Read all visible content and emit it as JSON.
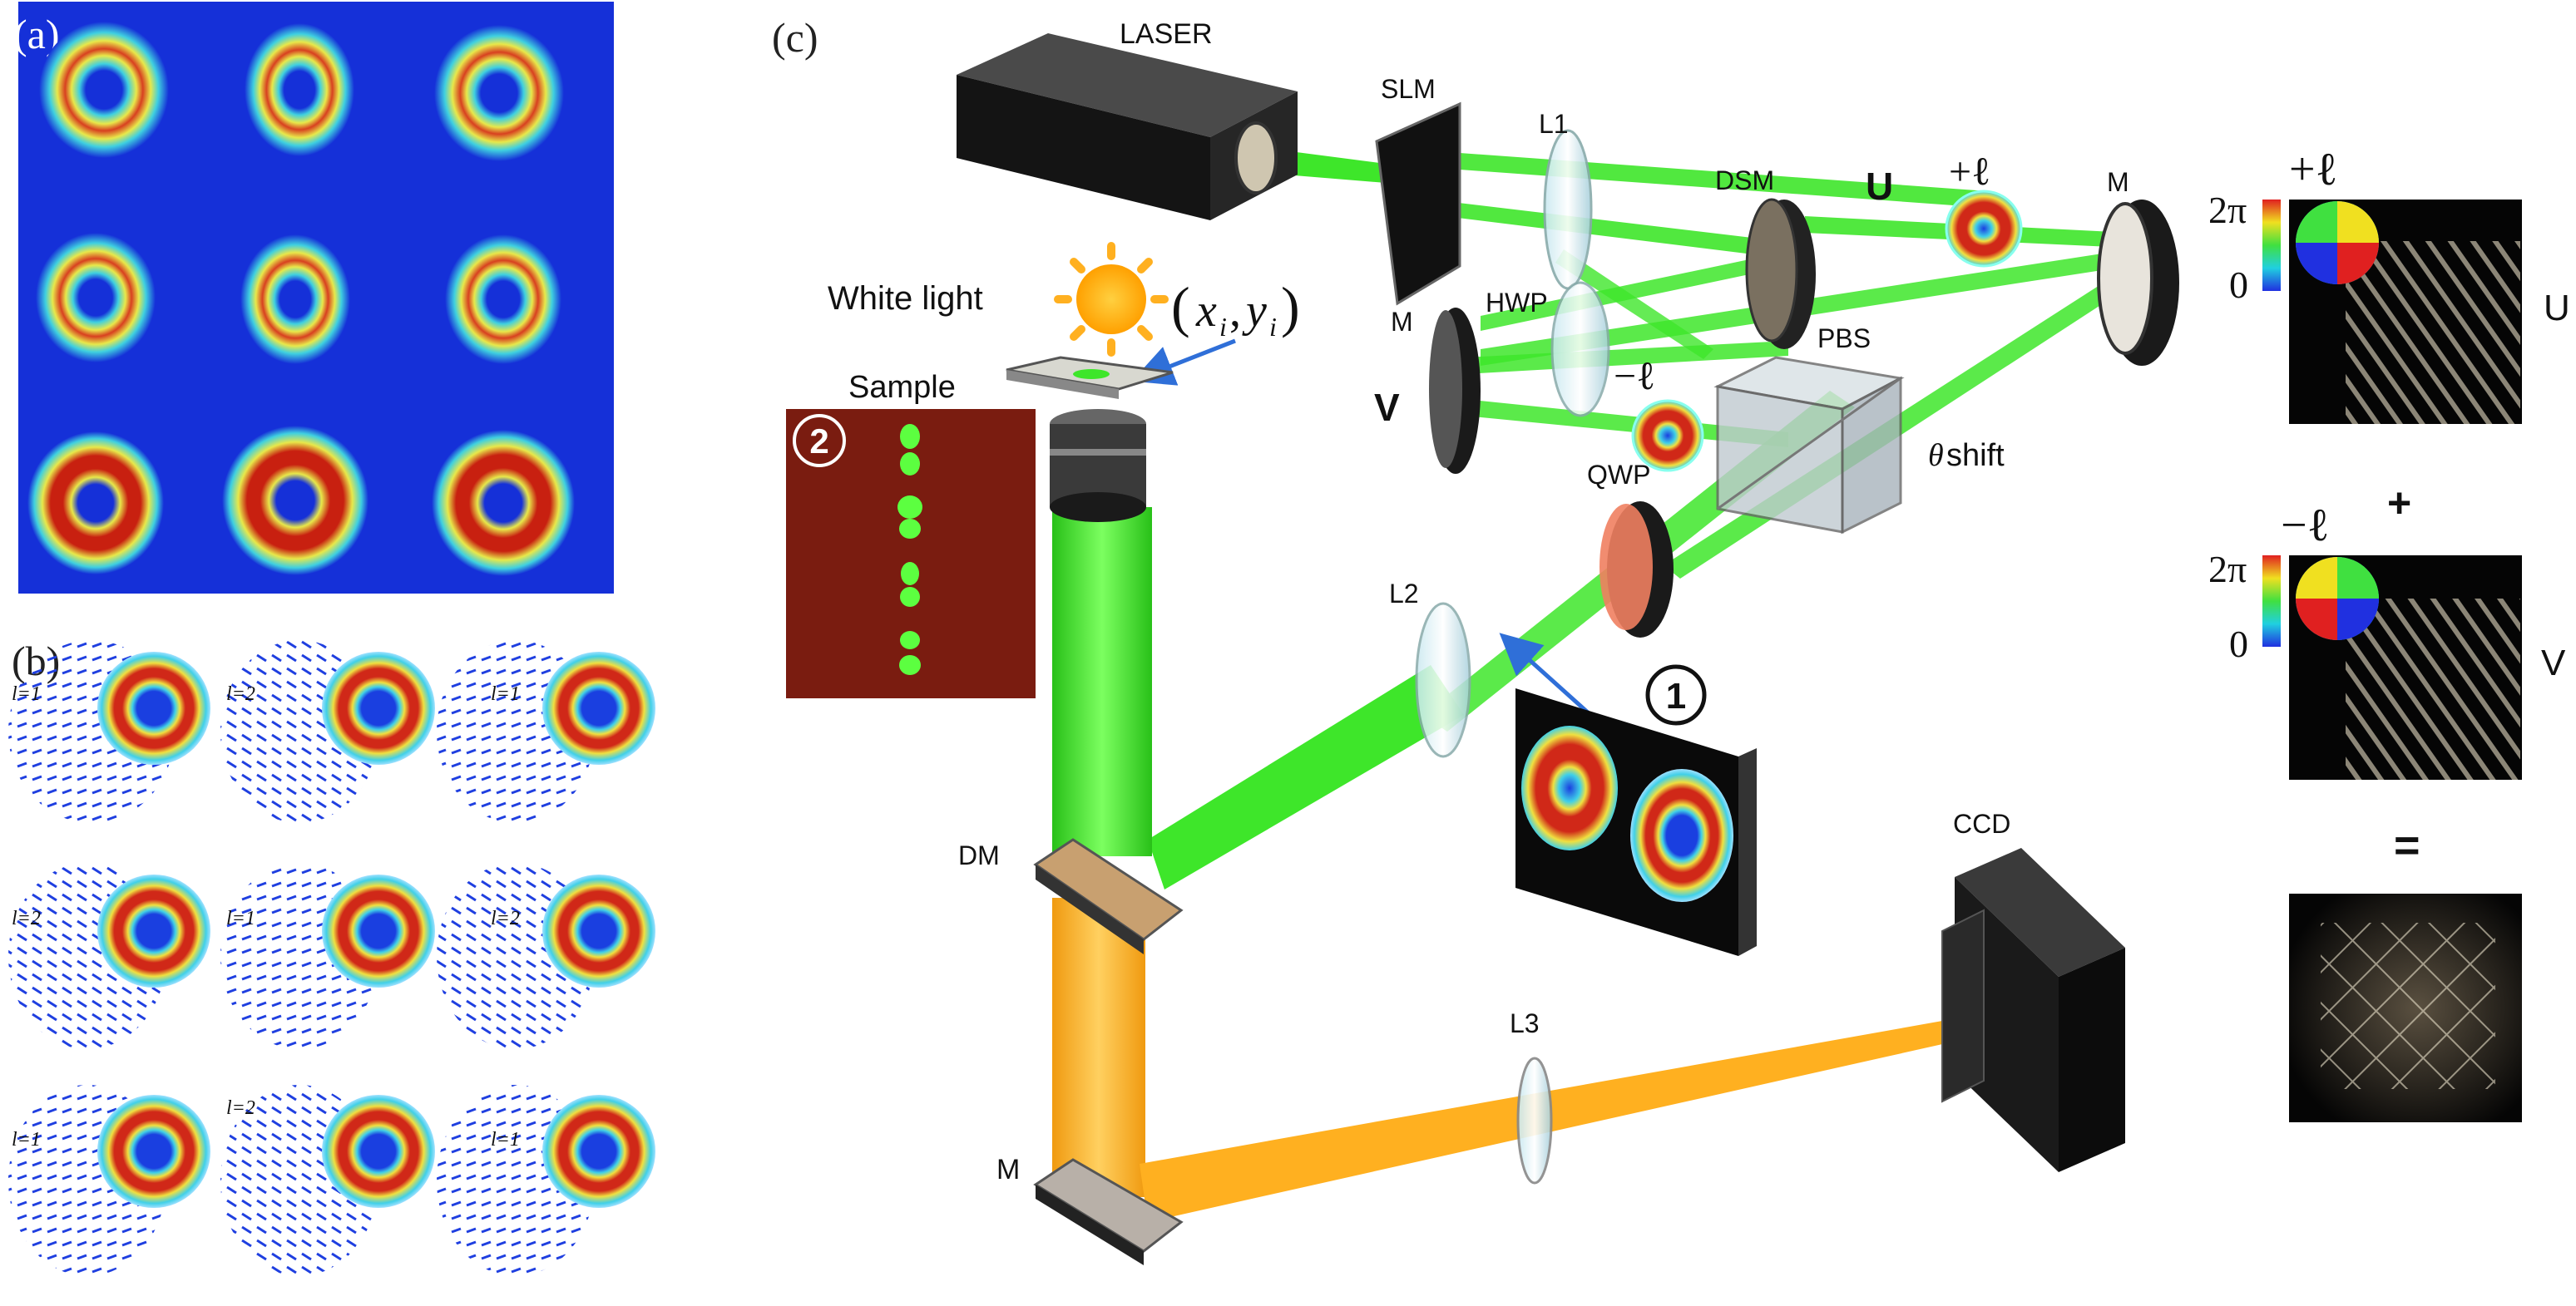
{
  "panels": {
    "a": {
      "label": "(a)"
    },
    "b": {
      "label": "(b)",
      "mode_labels": [
        "l=1",
        "l=2",
        "l=1",
        "l=2",
        "l=1",
        "l=2",
        "l=1",
        "l=2",
        "l=1"
      ]
    },
    "c": {
      "label": "(c)"
    }
  },
  "components": {
    "laser": "LASER",
    "slm": "SLM",
    "l1": "L1",
    "dsm": "DSM",
    "u_arm": "U",
    "plus_l": "+ℓ",
    "m_top_right": "M",
    "white_light": "White light",
    "coord_open": "(",
    "coord_x": "x",
    "coord_xi": "i",
    "coord_comma": ",",
    "coord_y": "y",
    "coord_yi": "i",
    "coord_close": ")",
    "sample": "Sample",
    "m_left": "M",
    "hwp": "HWP",
    "pbs": "PBS",
    "v_arm": "V",
    "minus_l": "−ℓ",
    "theta": "θ",
    "shift": "shift",
    "qwp": "QWP",
    "l2": "L2",
    "badge_1": "1",
    "badge_2": "2",
    "dm": "DM",
    "ccd": "CCD",
    "l3": "L3",
    "m_bottom": "M"
  },
  "right_column": {
    "top": {
      "two_pi": "2π",
      "zero": "0",
      "charge": "+ℓ",
      "arm": "U"
    },
    "plus_sign": "+",
    "middle": {
      "two_pi": "2π",
      "zero": "0",
      "charge": "−ℓ",
      "arm": "V"
    },
    "equals_sign": "="
  },
  "colors": {
    "green_beam": "#3ee62a",
    "orange_beam": "#ffb020",
    "panel_a_bg": "#1530d8",
    "sample_bg": "#7a1c10",
    "beam_blue_arrow": "#2f6fd8"
  }
}
